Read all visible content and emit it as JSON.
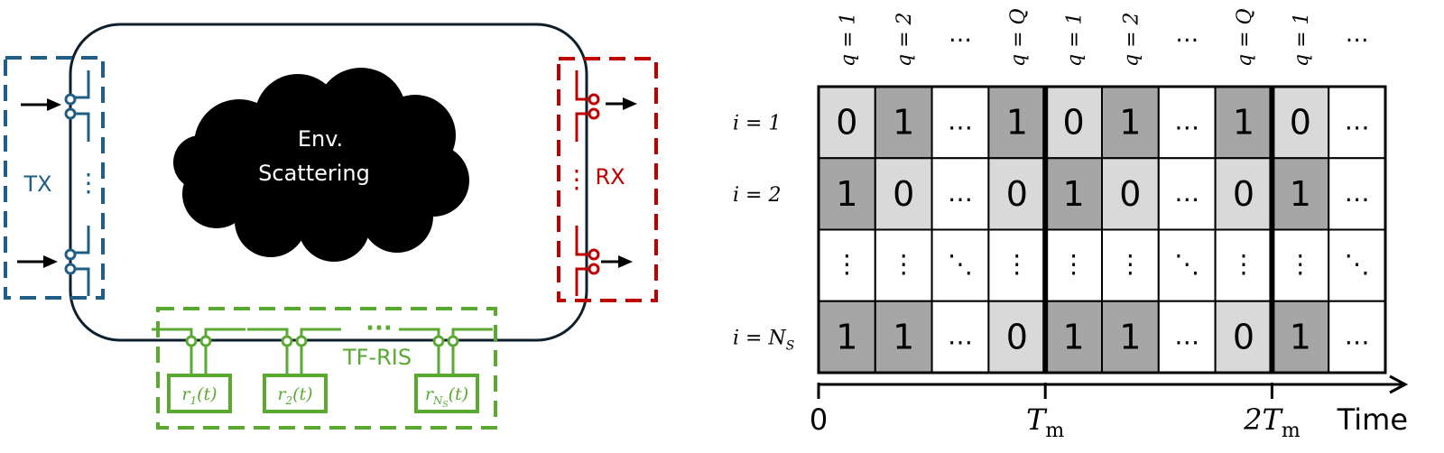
{
  "colors": {
    "tx": "#1f5f86",
    "rx": "#c00000",
    "ris": "#5aaa32",
    "channel": "#0d1f2d",
    "cloud": "#000000",
    "cell_one": "#a6a6a6",
    "cell_zero": "#d9d9d9",
    "cell_blank": "#ffffff"
  },
  "left_diagram": {
    "tx_label": "TX",
    "rx_label": "RX",
    "tx_dots": "⋮",
    "rx_dots": "⋮",
    "cloud_text_line1": "Env.",
    "cloud_text_line2": "Scattering",
    "ris_label": "TF-RIS",
    "ris_dots": "···",
    "ris_elements": [
      {
        "base": "r",
        "sub": "1",
        "arg": "(t)"
      },
      {
        "base": "r",
        "sub": "2",
        "arg": "(t)"
      },
      {
        "base": "r",
        "sub": "NS",
        "arg": "(t)"
      }
    ]
  },
  "right_diagram": {
    "column_headers": [
      "q = 1",
      "q = 2",
      "…",
      "q = Q",
      "q = 1",
      "q = 2",
      "…",
      "q = Q",
      "q = 1",
      "…"
    ],
    "row_headers": [
      {
        "text": "i = 1",
        "sub": ""
      },
      {
        "text": "i = 2",
        "sub": ""
      },
      {
        "text": "",
        "sub": ""
      },
      {
        "text": "i = N",
        "sub": "S"
      }
    ],
    "grid": [
      [
        "0",
        "1",
        "…",
        "1",
        "0",
        "1",
        "…",
        "1",
        "0",
        "…"
      ],
      [
        "1",
        "0",
        "…",
        "0",
        "1",
        "0",
        "…",
        "0",
        "1",
        "…"
      ],
      [
        "⋮",
        "⋮",
        "⋱",
        "⋮",
        "⋮",
        "⋮",
        "⋱",
        "⋮",
        "⋮",
        "⋱"
      ],
      [
        "1",
        "1",
        "…",
        "0",
        "1",
        "1",
        "…",
        "0",
        "1",
        "…"
      ]
    ],
    "period_boundaries_after_column": [
      4,
      8
    ],
    "axis": {
      "ticks": [
        "0",
        "T",
        "2T"
      ],
      "tick_sub": "m",
      "label": "Time"
    }
  }
}
